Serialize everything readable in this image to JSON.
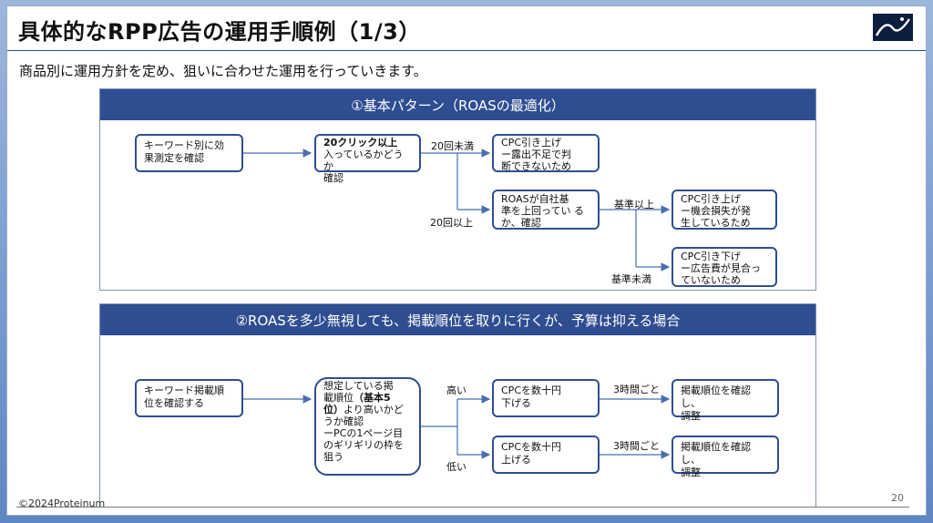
{
  "slide": {
    "title": "具体的なRPP広告の運用手順例（1/3）",
    "subtitle": "商品別に運用方針を定め、狙いに合わせた運用を行っていきます。",
    "footer": "©2024Proteinum",
    "page_number": "20"
  },
  "panel1": {
    "header": "①基本パターン（ROASの最適化）",
    "box_keyword": [
      "キーワード別に効",
      "果測定を確認"
    ],
    "box_clicks_bold": "20クリック以上",
    "box_clicks": [
      "入っているかどうか",
      "確認"
    ],
    "box_cpc_up1": [
      "CPC引き上げ",
      "ー露出不足で判",
      "断できないため"
    ],
    "box_roas": [
      "ROASが自社基",
      "準を上回ってい る",
      "か、確認"
    ],
    "box_cpc_up2": [
      "CPC引き上げ",
      "ー機会損失が発",
      "生しているため"
    ],
    "box_cpc_down": [
      "CPC引き下げ",
      "ー広告費が見合っ",
      "ていないため"
    ],
    "label_under20": "20回未満",
    "label_over20": "20回以上",
    "label_above": "基準以上",
    "label_below": "基準未満"
  },
  "panel2": {
    "header": "②ROASを多少無視しても、掲載順位を取りに行くが、予算は抑える場合",
    "box_rank_check": [
      "キーワード掲載順",
      "位を確認する"
    ],
    "box_assumed_1": [
      "想定している掲",
      "載順位"
    ],
    "box_assumed_bold1": "（基本5",
    "box_assumed_bold2": "位）",
    "box_assumed_2": [
      "より高いかど",
      "うか確認",
      "ーPCの1ページ目",
      "のギリギリの枠を",
      "狙う"
    ],
    "box_cpc_down": [
      "CPCを数十円",
      "下げる"
    ],
    "box_cpc_up": [
      "CPCを数十円",
      "上げる"
    ],
    "box_recheck1": [
      "掲載順位を確認し、",
      "調整"
    ],
    "box_recheck2": [
      "掲載順位を確認し、",
      "調整"
    ],
    "label_high": "高い",
    "label_low": "低い",
    "label_every3h_1": "3時間ごと",
    "label_every3h_2": "3時間ごと"
  },
  "colors": {
    "navy": "#2f4e91",
    "arrow": "#4a6db0"
  }
}
